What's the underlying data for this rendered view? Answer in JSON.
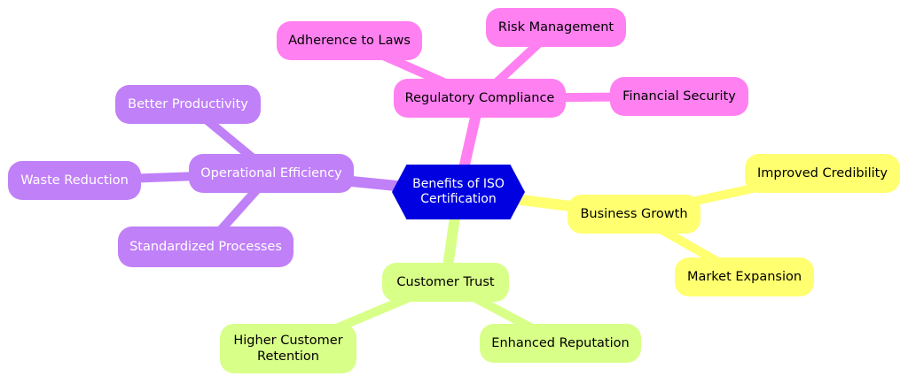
{
  "mindmap": {
    "root": {
      "label": "Benefits of ISO\nCertification",
      "color": "#0000e0",
      "text_color": "#ffffff"
    },
    "branches": [
      {
        "id": "regulatory",
        "label": "Regulatory Compliance",
        "color": "#ff80f0",
        "text_color": "#000000",
        "children": [
          {
            "id": "laws",
            "label": "Adherence to Laws"
          },
          {
            "id": "risk",
            "label": "Risk Management"
          },
          {
            "id": "financial",
            "label": "Financial Security"
          }
        ]
      },
      {
        "id": "operational",
        "label": "Operational Efficiency",
        "color": "#c080f8",
        "text_color": "#ffffff",
        "children": [
          {
            "id": "productivity",
            "label": "Better Productivity"
          },
          {
            "id": "waste",
            "label": "Waste Reduction"
          },
          {
            "id": "standardized",
            "label": "Standardized Processes"
          }
        ]
      },
      {
        "id": "growth",
        "label": "Business Growth",
        "color": "#ffff70",
        "text_color": "#000000",
        "children": [
          {
            "id": "credibility",
            "label": "Improved Credibility"
          },
          {
            "id": "expansion",
            "label": "Market Expansion"
          }
        ]
      },
      {
        "id": "trust",
        "label": "Customer Trust",
        "color": "#d8ff88",
        "text_color": "#000000",
        "children": [
          {
            "id": "retention",
            "label": "Higher Customer\nRetention"
          },
          {
            "id": "reputation",
            "label": "Enhanced Reputation"
          }
        ]
      }
    ]
  }
}
